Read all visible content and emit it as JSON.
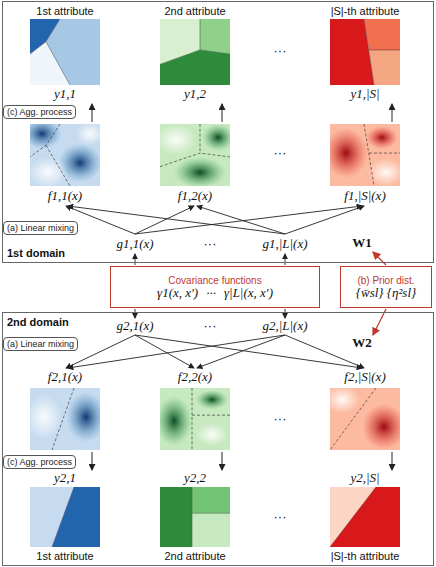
{
  "diagram": {
    "nodes": [
      {
        "text": [
          "1st domain"
        ]
      },
      {
        "text": [
          "(c) Agg. process"
        ],
        "in": 0
      },
      {
        "text": [
          "(a) Linear mixing"
        ],
        "in": 0
      },
      {
        "text": [
          "Covariance functions",
          "γ1(x, x′)",
          "···",
          "γ|L|(x, x′)"
        ]
      },
      {
        "text": [
          "(b) Prior dist.",
          "{w̄sl} {η²sl}"
        ]
      },
      {
        "text": [
          "2nd domain"
        ]
      },
      {
        "text": [
          "(a) Linear mixing"
        ],
        "in": 5
      },
      {
        "text": [
          "(c) Agg. process"
        ],
        "in": 5
      }
    ],
    "labels": [
      "1st attribute",
      "2nd attribute",
      "···",
      "|S|-th attribute",
      "y1,1",
      "y1,2",
      "y1,|S|",
      "···",
      "f1,1(x)",
      "f1,2(x)",
      "f1,|S|(x)",
      "g1,1(x)",
      "···",
      "g1,|L|(x)",
      "W1",
      "g2,1(x)",
      "···",
      "g2,|L|(x)",
      "W2",
      "f2,1(x)",
      "f2,2(x)",
      "f2,|S|(x)",
      "···",
      "y2,1",
      "y2,2",
      "y2,|S|",
      "···",
      "1st attribute",
      "2nd attribute",
      "|S|-th attribute"
    ]
  }
}
